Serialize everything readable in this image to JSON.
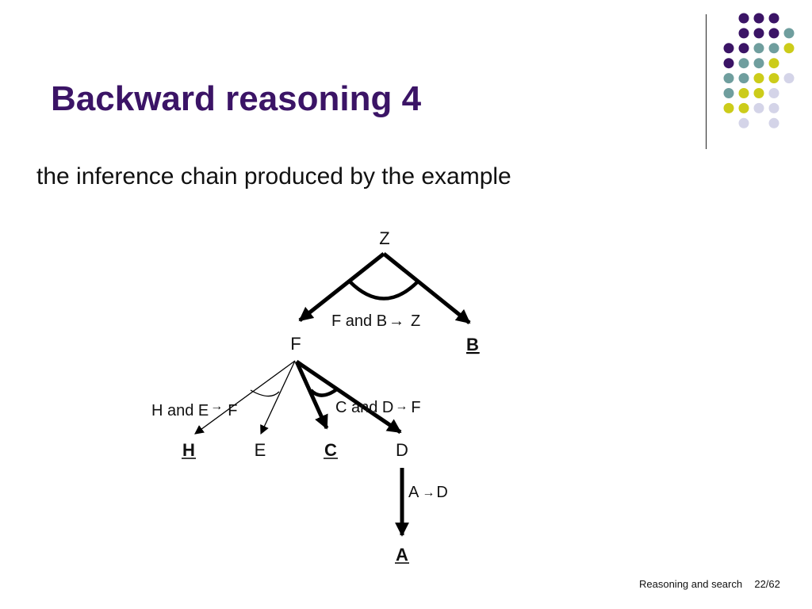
{
  "slide": {
    "title": "Backward reasoning 4",
    "subtitle": "the inference chain produced by the example",
    "footer": {
      "course": "Reasoning and search",
      "page": "22/62"
    }
  },
  "decoration": {
    "dot_colors": {
      "purple": "#3b1466",
      "teal": "#6f9e9e",
      "yellow": "#cccc1a",
      "lavender": "#d4d4e8"
    }
  },
  "diagram": {
    "nodes": {
      "z": "Z",
      "f": "F",
      "b": "B",
      "h": "H",
      "e": "E",
      "c": "C",
      "d": "D",
      "a": "A"
    },
    "rules": {
      "fb_z": {
        "lhs": "F and B",
        "arrow": "→",
        "rhs": "Z"
      },
      "he_f": {
        "lhs": "H and E",
        "arrow": "→",
        "rhs": "F"
      },
      "cd_f": {
        "lhs": "C and D",
        "arrow": "→",
        "rhs": "F"
      },
      "a_d": {
        "lhs": "A",
        "arrow": "→",
        "rhs": "D"
      }
    },
    "emphasized_nodes": [
      "B",
      "H",
      "C",
      "A"
    ]
  }
}
